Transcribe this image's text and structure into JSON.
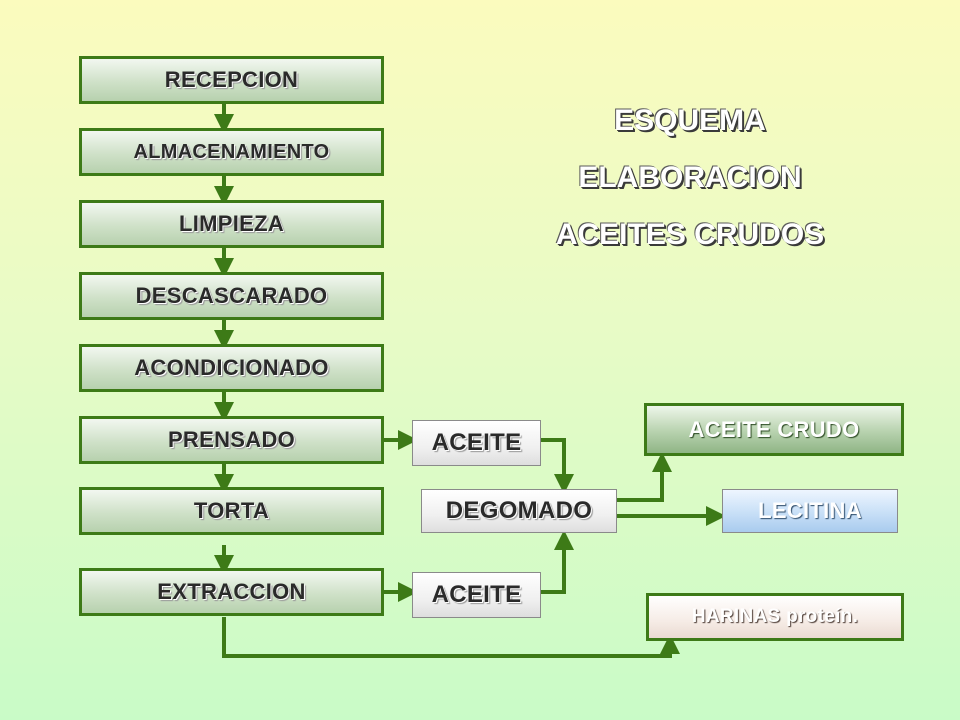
{
  "title_lines": [
    "ESQUEMA",
    "ELABORACION",
    "ACEITES CRUDOS"
  ],
  "steps": [
    "RECEPCION",
    "ALMACENAMIENTO",
    "LIMPIEZA",
    "DESCASCARADO",
    "ACONDICIONADO",
    "PRENSADO",
    "TORTA",
    "EXTRACCION"
  ],
  "aceite_prensado": "ACEITE",
  "aceite_extraccion": "ACEITE",
  "degomado": "DEGOMADO",
  "aceite_crudo": "ACEITE CRUDO",
  "lecitina": "LECITINA",
  "harinas": "HARINAS proteín.",
  "colors": {
    "border": "#3d7a17",
    "arrow": "#3d7a17"
  }
}
